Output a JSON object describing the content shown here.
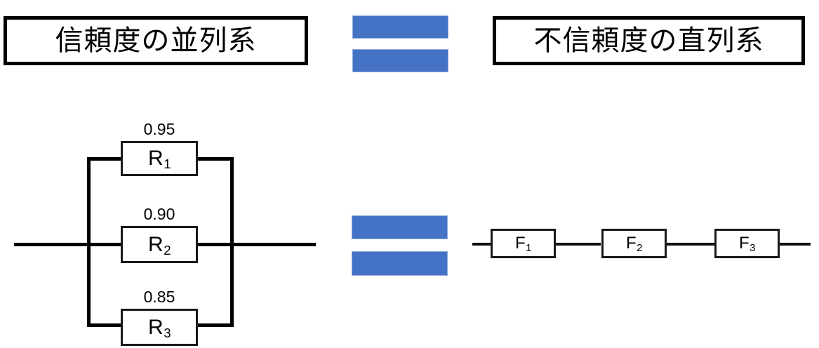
{
  "diagram": {
    "title_left": "信頼度の並列系",
    "title_right": "不信頼度の直列系",
    "equivalence_symbol": "=",
    "accent_color": "#4472C4",
    "line_color": "#000000",
    "background_color": "#FFFFFF"
  },
  "parallel_system": {
    "caption": "信頼度の並列系",
    "components": [
      {
        "id": "R1",
        "label": "R",
        "subscript": "1",
        "value": "0.95"
      },
      {
        "id": "R2",
        "label": "R",
        "subscript": "2",
        "value": "0.90"
      },
      {
        "id": "R3",
        "label": "R",
        "subscript": "3",
        "value": "0.85"
      }
    ]
  },
  "series_system": {
    "caption": "不信頼度の直列系",
    "components": [
      {
        "id": "F1",
        "label": "F",
        "subscript": "1"
      },
      {
        "id": "F2",
        "label": "F",
        "subscript": "2"
      },
      {
        "id": "F3",
        "label": "F",
        "subscript": "3"
      }
    ]
  }
}
